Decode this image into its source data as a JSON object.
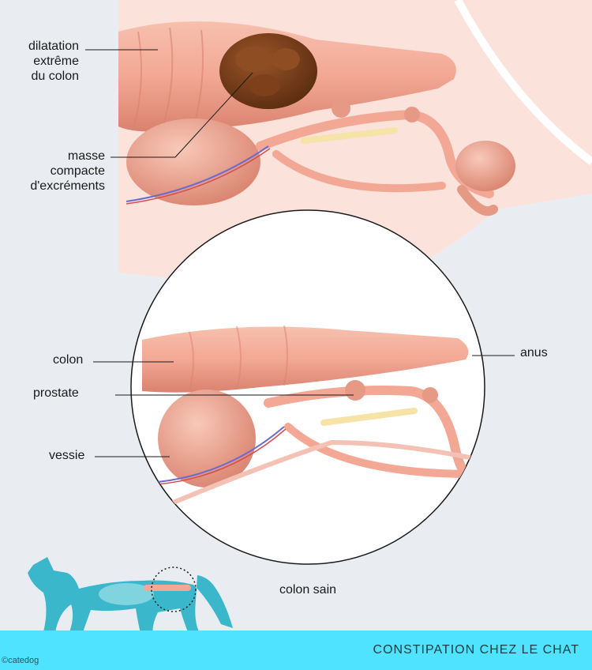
{
  "labels": {
    "dilatation_line1": "dilatation",
    "dilatation_line2": "extrême",
    "dilatation_line3": "du colon",
    "masse_line1": "masse",
    "masse_line2": "compacte",
    "masse_line3": "d'excréments",
    "colon": "colon",
    "prostate": "prostate",
    "vessie": "vessie",
    "anus": "anus",
    "caption": "colon sain"
  },
  "footer": {
    "title": "CONSTIPATION CHEZ LE CHAT",
    "copyright": "©catedog"
  },
  "colors": {
    "background": "#e9edf1",
    "skin": "#fbe2da",
    "organ": "#f2a894",
    "organ_dark": "#d9826f",
    "feces": "#7a3f1a",
    "footer_bar": "#4fe3ff",
    "cat": "#3bb7cc"
  }
}
